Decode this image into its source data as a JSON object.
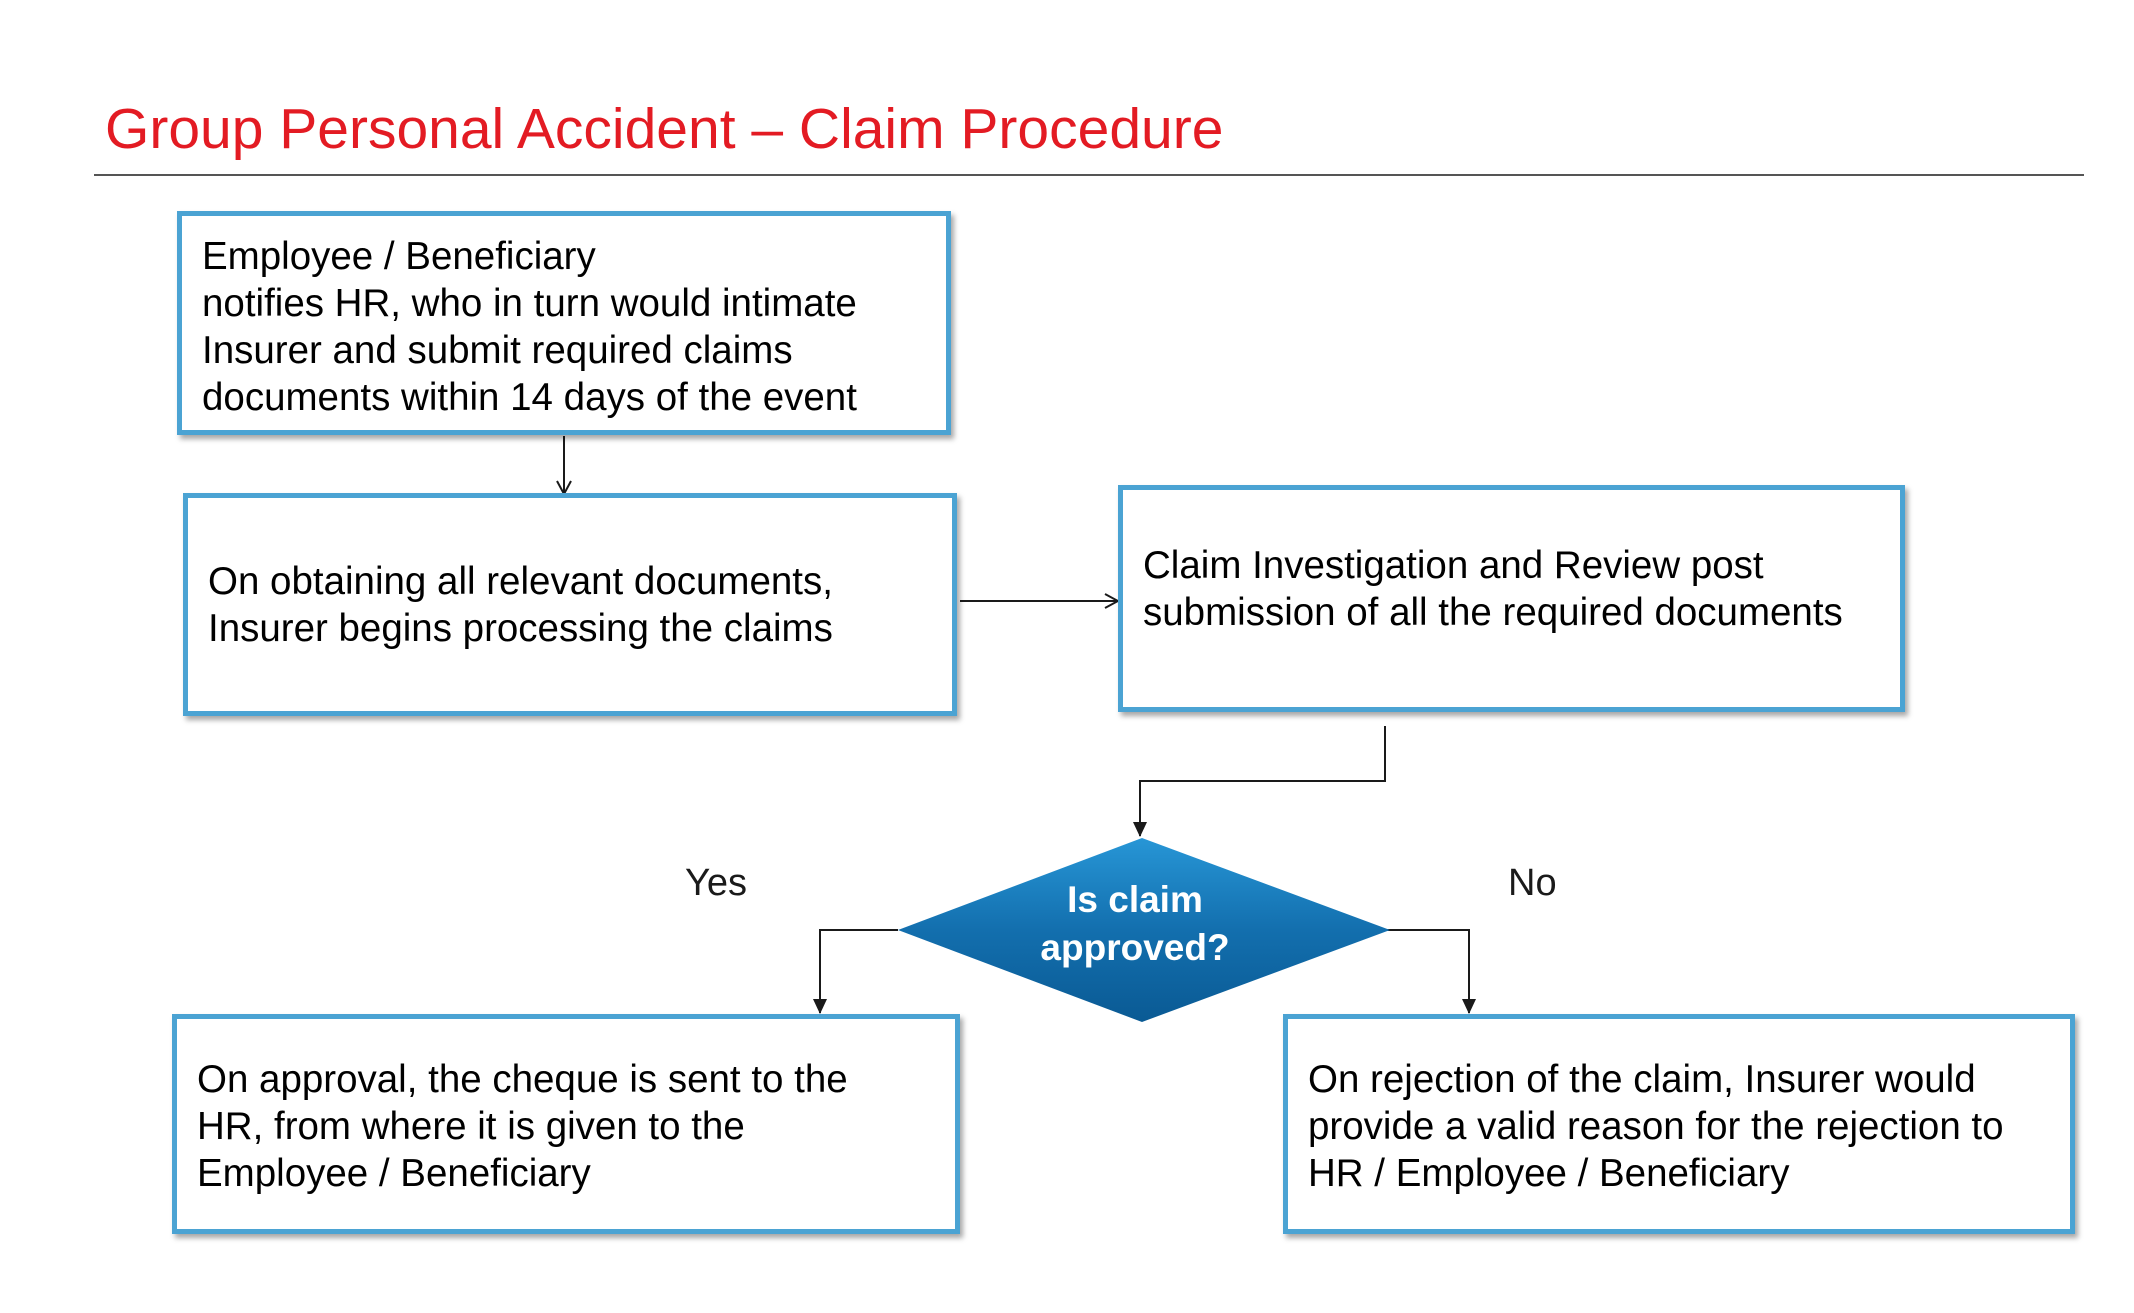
{
  "title": "Group Personal Accident – Claim Procedure",
  "boxes": {
    "notify": {
      "lines": [
        "Employee / Beneficiary",
        "notifies HR, who in turn would intimate",
        "Insurer and submit required claims",
        "documents within 14 days of the event"
      ]
    },
    "processing": {
      "lines": [
        "On obtaining all relevant documents,",
        "Insurer begins processing the claims"
      ]
    },
    "investigation": {
      "lines": [
        "Claim Investigation and Review post",
        "submission of all the required documents"
      ]
    },
    "approval": {
      "lines": [
        "On approval, the cheque is sent to the",
        "HR, from where it is given to the",
        "Employee / Beneficiary"
      ]
    },
    "rejection": {
      "lines": [
        "On rejection of the claim, Insurer would",
        "provide a valid reason for the rejection to",
        "HR / Employee / Beneficiary"
      ]
    }
  },
  "decision": {
    "lines": [
      "Is claim",
      "approved?"
    ],
    "yes_label": "Yes",
    "no_label": "No"
  },
  "colors": {
    "title": "#e31b23",
    "box_border": "#4ba3d3",
    "diamond_top": "#1f8fcf",
    "diamond_bottom": "#0a5a94",
    "connector": "#1a1a1a"
  }
}
